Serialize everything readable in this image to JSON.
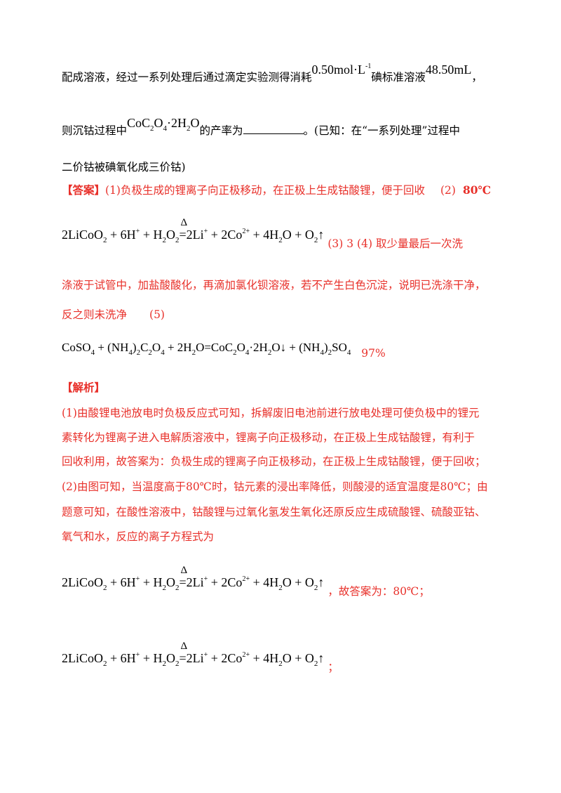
{
  "line1": {
    "text_a": "配成溶液，经过一系列处理后通过滴定实验测得消耗",
    "conc": "0.50mol·L",
    "conc_sup": "-1",
    "text_b": "碘标准溶液",
    "volume": "48.50mL",
    "tail": "，"
  },
  "line2": {
    "text_a": "则沉钴过程中",
    "f_co": "CoC",
    "f_2": "2",
    "f_o": "O",
    "f_4": "4",
    "f_dot": "·2H",
    "f_h2": "2",
    "f_o2": "O",
    "text_b": "的产率为",
    "text_c": "。(已知：在“一系列处理”过程中"
  },
  "line3": {
    "text": "二价钴被碘氧化成三价钴)"
  },
  "answer": {
    "label": "【答案】",
    "part1": "(1)负极生成的锂离子向正极移动，在正极上生成钴酸锂，便于回收",
    "part2_num": "(2)",
    "part2_val": "80℃"
  },
  "eq": {
    "t1": "2LiCoO",
    "s1": "2",
    "t2": " + 6H",
    "p1": "+",
    "t3": " + H",
    "s2": "2",
    "t4": "O",
    "s3": "2",
    "delta": "Δ",
    "eqsign": "=",
    "t5": "2Li",
    "p2": "+",
    "t6": " + 2Co",
    "p3": "2+",
    "t7": " + 4H",
    "s4": "2",
    "t8": "O + O",
    "s5": "2",
    "arrow": "↑"
  },
  "answer2": {
    "p3": "(3)",
    "v3": "3",
    "p4": "(4)",
    "t4": "取少量最后一次洗",
    "line_b": "涤液于试管中，加盐酸酸化，再滴加氯化钡溶液，若不产生白色沉淀，说明已洗涤干净，",
    "line_c": "反之则未洗净",
    "p5": "(5)"
  },
  "eq2": {
    "t1": "CoSO",
    "s1": "4",
    "t2": " + (NH",
    "s2": "4",
    "t3": ")",
    "s3": "2",
    "t4": "C",
    "s4": "2",
    "t5": "O",
    "s5": "4",
    "t6": " + 2H",
    "s6": "2",
    "t7": "O=CoC",
    "s7": "2",
    "t8": "O",
    "s8": "4",
    "t9": "·2H",
    "s9": "2",
    "t10": "O↓ + (NH",
    "s10": "4",
    "t11": ")",
    "s11": "2",
    "t12": "SO",
    "s12": "4",
    "yield": "97%"
  },
  "analysis": {
    "label": "【解析】",
    "l1": "(1)由酸锂电池放电时负极反应式可知，拆解废旧电池前进行放电处理可使负极中的锂元",
    "l2": "素转化为锂离子进入电解质溶液中，锂离子向正极移动，在正极上生成钴酸锂，有利于",
    "l3": "回收利用，故答案为：负极生成的锂离子向正极移动，在正极上生成钴酸锂，便于回收；",
    "l4": "(2)由图可知，当温度高于80℃时，钴元素的浸出率降低，则酸浸的适宜温度是80℃；由",
    "l5": "题意可知，在酸性溶液中，钴酸锂与过氧化氢发生氧化还原反应生成硫酸锂、硫酸亚钴、",
    "l6": "氧气和水，反应的离子方程式为",
    "after_eq": "，故答案为：80℃；",
    "tail": "；"
  }
}
